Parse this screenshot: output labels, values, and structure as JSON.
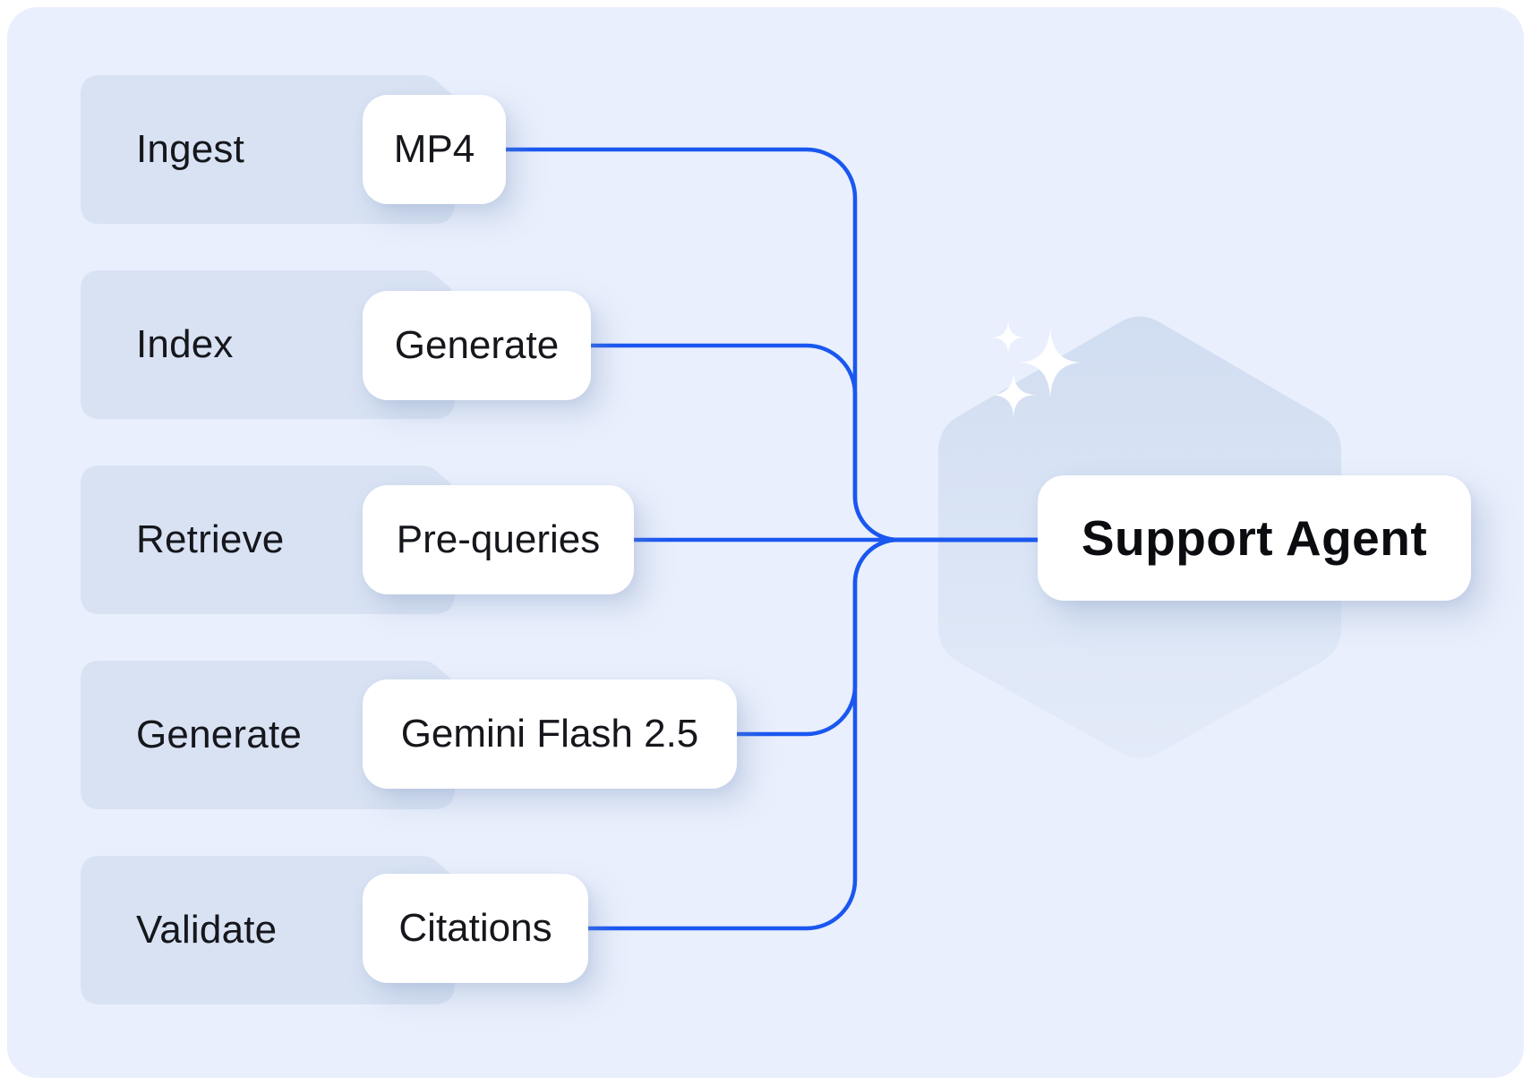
{
  "diagram": {
    "rows": [
      {
        "stage": "Ingest",
        "artifact": "MP4"
      },
      {
        "stage": "Index",
        "artifact": "Generate"
      },
      {
        "stage": "Retrieve",
        "artifact": "Pre-queries"
      },
      {
        "stage": "Generate",
        "artifact": "Gemini Flash 2.5"
      },
      {
        "stage": "Validate",
        "artifact": "Citations"
      }
    ],
    "agent": {
      "label": "Support Agent"
    },
    "icons": {
      "sparkles": "sparkles-icon",
      "hexagon": "hexagon-shape"
    },
    "colors": {
      "background": "#e9effc",
      "frame": "#ffffff",
      "row_fill": "#d8e2f3",
      "card_fill": "#ffffff",
      "connector_blue": "#1a57f0",
      "hexagon_top": "#d1ddf1",
      "hexagon_bottom": "#e3ebf9",
      "text": "#16171c"
    }
  }
}
